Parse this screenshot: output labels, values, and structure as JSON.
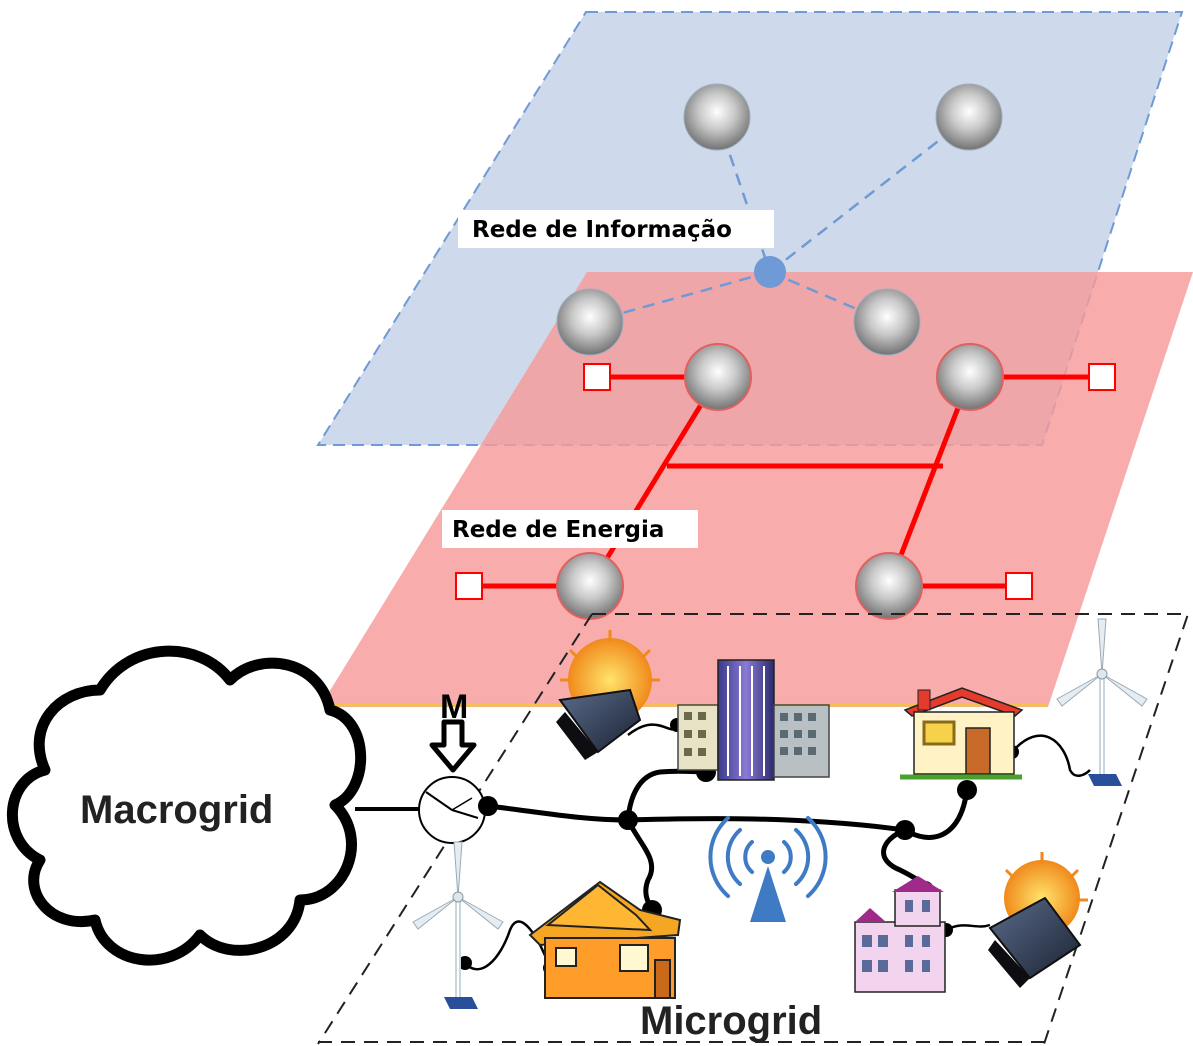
{
  "labels": {
    "information_network": "Rede de Informação",
    "energy_network": "Rede de Energia",
    "macrogrid": "Macrogrid",
    "microgrid": "Microgrid",
    "meter": "M"
  },
  "icons": [
    "sphere-node-icon",
    "hub-node-icon",
    "terminal-square-icon",
    "cloud-icon",
    "meter-clock-icon",
    "solar-panel-icon",
    "office-building-icon",
    "house-icon",
    "apartment-icon",
    "wind-turbine-icon",
    "wireless-antenna-icon"
  ],
  "colors": {
    "info_plane": "#c5d3e8",
    "energy_plane": "#f79a9a",
    "energy_line": "#ff0000",
    "info_line": "#6f9ad6",
    "antenna": "#3f7bc4"
  }
}
